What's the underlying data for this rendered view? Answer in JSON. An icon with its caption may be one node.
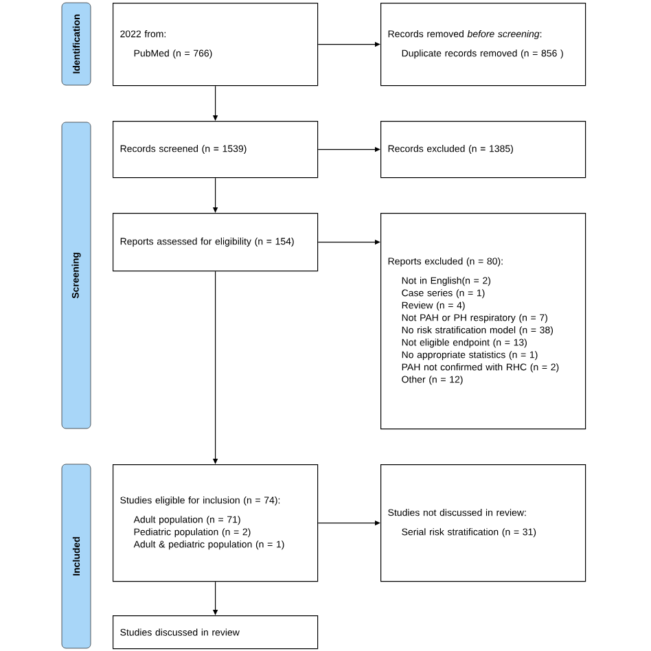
{
  "diagram": {
    "nodes": [
      {
        "text": [
          "Identification"
        ]
      },
      {
        "text": [
          "2022 from:",
          "PubMed (n = 766)"
        ]
      },
      {
        "text": [
          "Records removed *before screening*:",
          "Duplicate records removed (n = 856 )"
        ]
      },
      {
        "text": [
          "Screening"
        ]
      },
      {
        "text": [
          "Records screened (n = 1539)"
        ]
      },
      {
        "text": [
          "Records excluded (n = 1385)"
        ]
      },
      {
        "text": [
          "Reports assessed for eligibility (n = 154)"
        ]
      },
      {
        "text": [
          "Reports excluded (n = 80):",
          "Not in English(n = 2)",
          "Case series (n = 1)",
          "Review (n = 4)",
          "Not PAH or PH respiratory (n = 7)",
          "No risk stratification model (n = 38)",
          "Not eligible endpoint (n = 13)",
          "No appropriate statistics (n = 1)",
          "PAH not confirmed with RHC (n = 2)",
          "Other (n = 12)"
        ]
      },
      {
        "text": [
          "Included"
        ]
      },
      {
        "text": [
          "Studies eligible for inclusion (n = 74):",
          "Adult population (n = 71)",
          "Pediatric population (n = 2)",
          "Adult & pediatric population (n = 1)"
        ]
      },
      {
        "text": [
          "Studies not discussed in review:",
          "Serial risk stratification (n = 31)"
        ]
      },
      {
        "text": [
          "Studies discussed in review"
        ]
      }
    ],
    "edges": [
      {
        "from": 1,
        "to": 4,
        "arrow": "to"
      },
      {
        "from": 1,
        "to": 2,
        "arrow": "to"
      },
      {
        "from": 4,
        "to": 5,
        "arrow": "to"
      },
      {
        "from": 4,
        "to": 6,
        "arrow": "to"
      },
      {
        "from": 6,
        "to": 7,
        "arrow": "to"
      },
      {
        "from": 6,
        "to": 9,
        "arrow": "to"
      },
      {
        "from": 9,
        "to": 10,
        "arrow": "to"
      },
      {
        "from": 9,
        "to": 11,
        "arrow": "to"
      }
    ]
  }
}
